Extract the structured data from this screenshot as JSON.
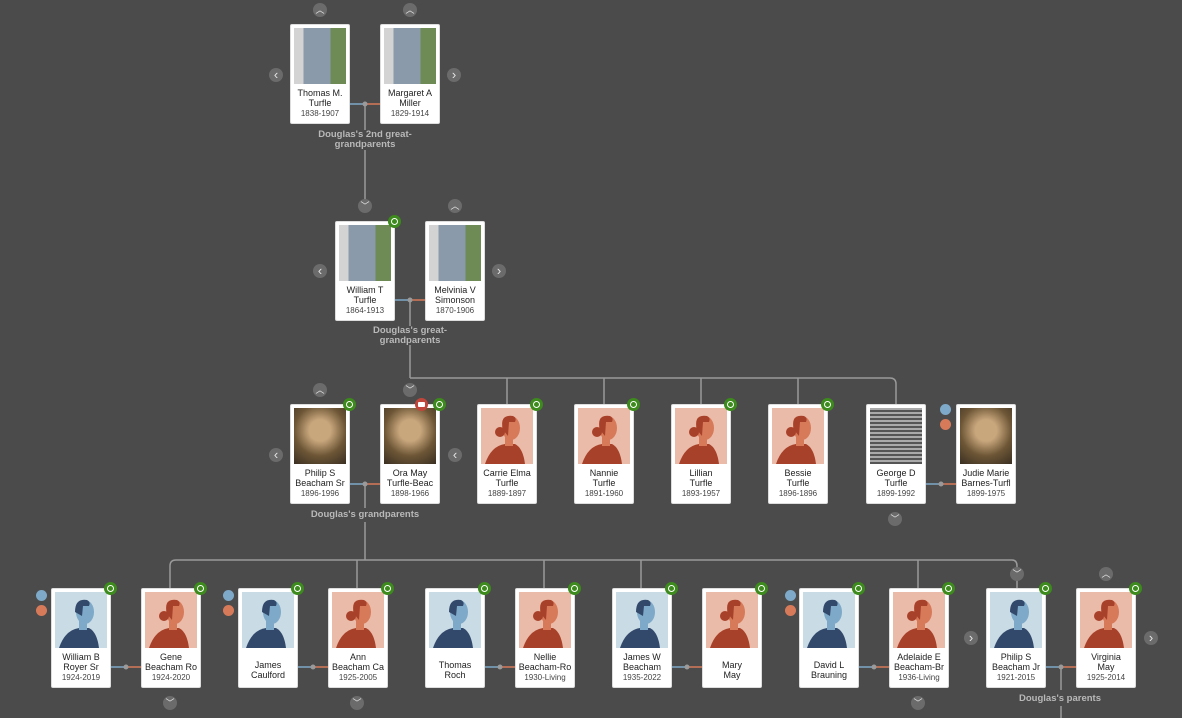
{
  "colors": {
    "background": "#4b4b4b",
    "male_bg": "#c9dbe5",
    "male_fg": "#33496b",
    "male_face": "#7ea9c8",
    "female_bg": "#ebbba9",
    "female_fg": "#a8412a",
    "female_face": "#d77a5a",
    "hint": "#3d8a1d",
    "record": "#c0463b"
  },
  "labels": {
    "second_great": "Douglas's 2nd great-grandparents",
    "great": "Douglas's great-grandparents",
    "grand": "Douglas's grandparents",
    "parents": "Douglas's parents"
  },
  "people": [
    {
      "name1": "Thomas M.",
      "name2": "Turfle",
      "dates": "1838-1907",
      "image": "photo-headstone"
    },
    {
      "name1": "Margaret A",
      "name2": "Miller",
      "dates": "1829-1914",
      "image": "photo-headstone"
    },
    {
      "name1": "William T",
      "name2": "Turfle",
      "dates": "1864-1913",
      "image": "photo-headstone",
      "hint": true
    },
    {
      "name1": "Melvinia V",
      "name2": "Simonson",
      "dates": "1870-1906",
      "image": "photo-headstone"
    },
    {
      "name1": "Philip S",
      "name2": "Beacham Sr",
      "dates": "1896-1996",
      "image": "photo-portrait",
      "hint": true
    },
    {
      "name1": "Ora May",
      "name2": "Turfle-Beac",
      "dates": "1898-1966",
      "image": "photo-portrait",
      "hint": true,
      "record": true
    },
    {
      "name1": "Carrie Elma",
      "name2": "Turfle",
      "dates": "1889-1897",
      "image": "female",
      "hint": true
    },
    {
      "name1": "Nannie",
      "name2": "Turfle",
      "dates": "1891-1960",
      "image": "female",
      "hint": true
    },
    {
      "name1": "Lillian",
      "name2": "Turfle",
      "dates": "1893-1957",
      "image": "female",
      "hint": true
    },
    {
      "name1": "Bessie",
      "name2": "Turfle",
      "dates": "1896-1896",
      "image": "female",
      "hint": true
    },
    {
      "name1": "George D",
      "name2": "Turfle",
      "dates": "1899-1992",
      "image": "photo-newspaper"
    },
    {
      "name1": "Judie Marie",
      "name2": "Barnes-Turfl",
      "dates": "1899-1975",
      "image": "photo-portrait"
    },
    {
      "name1": "William B",
      "name2": "Royer Sr",
      "dates": "1924-2019",
      "image": "male",
      "hint": true
    },
    {
      "name1": "Gene",
      "name2": "Beacham Ro",
      "dates": "1924-2020",
      "image": "female",
      "hint": true
    },
    {
      "name1": "James",
      "name2": "Caulford",
      "dates": "",
      "image": "male",
      "hint": true
    },
    {
      "name1": "Ann",
      "name2": "Beacham Ca",
      "dates": "1925-2005",
      "image": "female",
      "hint": true
    },
    {
      "name1": "Thomas",
      "name2": "Roch",
      "dates": "",
      "image": "male",
      "hint": true
    },
    {
      "name1": "Nellie",
      "name2": "Beacham-Ro",
      "dates": "1930-Living",
      "image": "female",
      "hint": true
    },
    {
      "name1": "James W",
      "name2": "Beacham",
      "dates": "1935-2022",
      "image": "male",
      "hint": true
    },
    {
      "name1": "Mary",
      "name2": "May",
      "dates": "",
      "image": "female",
      "hint": true
    },
    {
      "name1": "David L",
      "name2": "Brauning",
      "dates": "",
      "image": "male",
      "hint": true
    },
    {
      "name1": "Adelaide E",
      "name2": "Beacham-Br",
      "dates": "1936-Living",
      "image": "female",
      "hint": true
    },
    {
      "name1": "Philip S",
      "name2": "Beacham Jr",
      "dates": "1921-2015",
      "image": "male",
      "hint": true
    },
    {
      "name1": "Virginia",
      "name2": "May",
      "dates": "1925-2014",
      "image": "female",
      "hint": true
    }
  ]
}
